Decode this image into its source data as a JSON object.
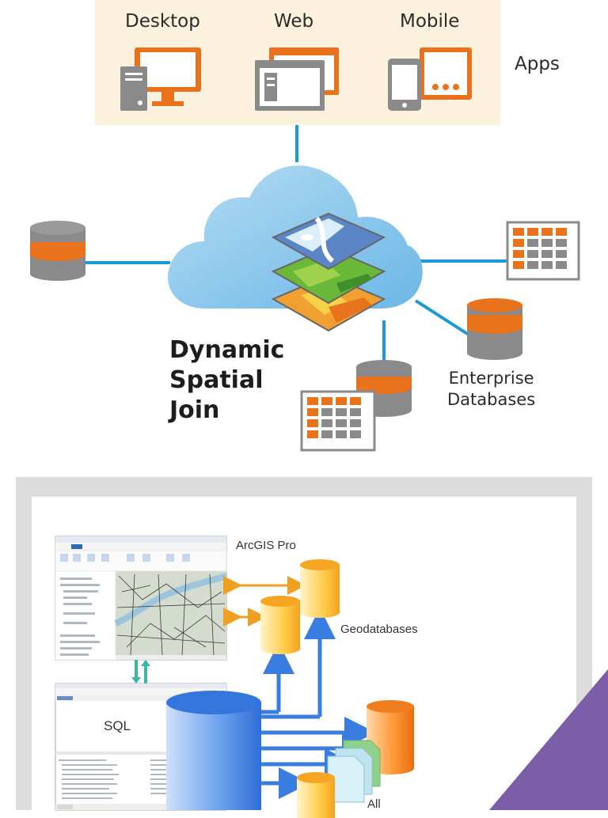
{
  "top_diagram": {
    "apps_panel": {
      "labels": [
        "Desktop",
        "Web",
        "Mobile"
      ],
      "side_label": "Apps"
    },
    "center_label": [
      "Dynamic",
      "Spatial",
      "Join"
    ],
    "enterprise_label": [
      "Enterprise",
      "Databases"
    ]
  },
  "bottom_diagram": {
    "arcgis_label": "ArcGIS Pro",
    "sql_label": "SQL",
    "geodatabases_label": "Geodatabases",
    "all_label": "All"
  },
  "colors": {
    "orange": "#e8731c",
    "gray": "#8a8a8a",
    "cloud_blue": "#8cc8ec",
    "connector_blue": "#1a9ad6",
    "apps_bg": "#fbf1dc",
    "frame_gray": "#dcdcdc",
    "purple": "#7b5ea7",
    "arrow_blue": "#3a7de0",
    "arrow_orange": "#f0a020"
  }
}
